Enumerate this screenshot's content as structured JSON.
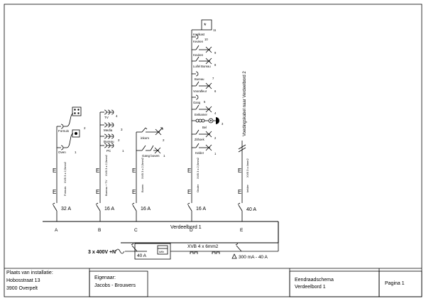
{
  "groups": {
    "A": {
      "letter": "A",
      "rating": "32 A",
      "cable": "XVB 3 x 2,5mm2",
      "dest": "Fornuis",
      "labels": [
        "Fornuis",
        "Oven"
      ],
      "nums": [
        "2",
        "1"
      ]
    },
    "B": {
      "letter": "B",
      "rating": "16 A",
      "cable": "XVB 3 x 2,5mm2",
      "dest": "Bureau + TV",
      "labels": [
        "TV",
        "Media",
        "Bureau",
        "PC"
      ],
      "nums": [
        "4",
        "3",
        "2",
        "1"
      ]
    },
    "C": {
      "letter": "C",
      "rating": "16 A",
      "cable": "XVB 3 x 2,5mm2",
      "dest": "Boven",
      "labels": [
        "inkom",
        "Gang boven"
      ],
      "nums": [
        "2",
        "1"
      ]
    },
    "D": {
      "letter": "D",
      "rating": "16 A",
      "cable": "XVB 3 x 2,5mm2",
      "dest": "Onder",
      "labels": [
        "Koelkast",
        "Keuken",
        "Keuken",
        "Luifel Bureau",
        "Bureau",
        "Voorafleur",
        "Gang",
        "Eetkamer",
        "Bel",
        "Zithoek",
        "Kelder"
      ],
      "nums": [
        "11",
        "10",
        "9",
        "8",
        "7",
        "6",
        "5",
        "4",
        "3",
        "2",
        "1"
      ]
    },
    "E": {
      "letter": "E",
      "rating": "40 A",
      "cable": "XVB 3 x 4mm2",
      "dest": "kelder",
      "feed": "Voedingskabel naar Verdeelbord 2"
    }
  },
  "board": {
    "label": "Verdeelbord 1"
  },
  "supply": {
    "label": "3 x 400V +N",
    "main_rating": "40 A",
    "meter": "kWh",
    "cable": "XVB 4 x 6mm2",
    "rcd": "300 mA - 40 A"
  },
  "title_block": {
    "location_heading": "Plaats van installatie:",
    "street": "Hobosstraat 13",
    "city": "3900 Overpelt",
    "owner_heading": "Eigenaar:",
    "owner_name": "Jacobs - Brouwers",
    "doc_type": "Eendraadschema",
    "doc_subject": "Verdeelbord 1",
    "page": "Pagina 1"
  }
}
